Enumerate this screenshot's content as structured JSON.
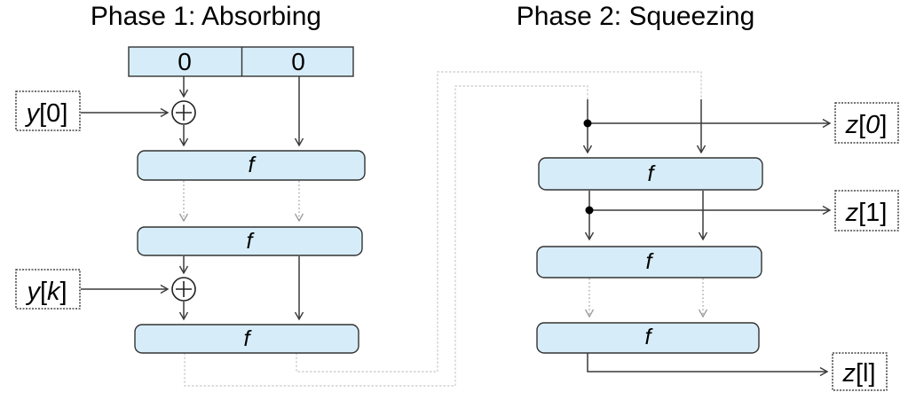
{
  "phase1": {
    "title": "Phase 1: Absorbing",
    "state_cells": [
      "0",
      "0"
    ],
    "f_boxes": [
      "f",
      "f",
      "f"
    ],
    "inputs": [
      {
        "letter": "y",
        "open": "[",
        "index": "0",
        "close": "]"
      },
      {
        "letter": "y",
        "open": "[",
        "index": "k",
        "close": "]"
      }
    ]
  },
  "phase2": {
    "title": "Phase 2: Squeezing",
    "f_boxes": [
      "f",
      "f",
      "f"
    ],
    "outputs": [
      {
        "letter": "z",
        "open": "[",
        "index": "0",
        "close": "]"
      },
      {
        "letter": "z",
        "open": "[",
        "index": "1",
        "close": "]"
      },
      {
        "letter": "z",
        "open": "[",
        "index": "l",
        "close": "]"
      }
    ]
  },
  "colors": {
    "box_fill": "#d6edf9",
    "box_stroke": "#333333",
    "solid_line": "#3a3a3a",
    "iteration_dash_line": "#9a9a9a",
    "feedback_dash_line": "#c8c8c8",
    "label_box_border": "#222222",
    "junction_dot": "#000000"
  }
}
